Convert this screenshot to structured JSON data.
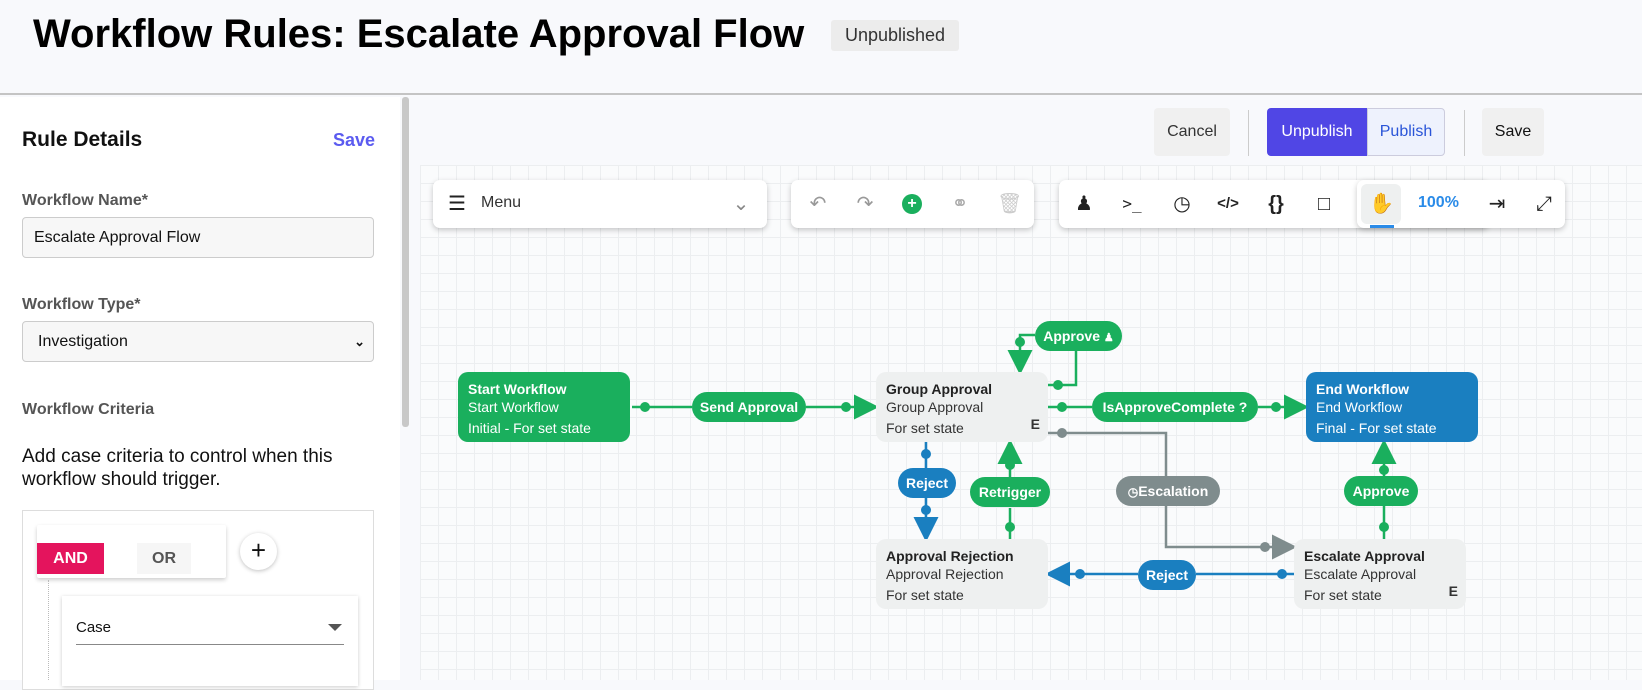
{
  "header": {
    "title": "Workflow Rules: Escalate Approval Flow",
    "status": "Unpublished"
  },
  "sidebar": {
    "title": "Rule Details",
    "save": "Save",
    "name_label": "Workflow Name*",
    "name_value": "Escalate Approval Flow",
    "type_label": "Workflow Type*",
    "type_value": "Investigation",
    "criteria_label": "Workflow Criteria",
    "criteria_desc": "Add case criteria to control when this workflow should trigger.",
    "and": "AND",
    "or": "OR",
    "plus": "+",
    "case_field": "Case"
  },
  "actions": {
    "cancel": "Cancel",
    "unpublish": "Unpublish",
    "publish": "Publish",
    "save": "Save"
  },
  "toolbar": {
    "menu": "Menu",
    "zoom": "100%"
  },
  "nodes": {
    "start": {
      "title": "Start Workflow",
      "sub": "Start Workflow",
      "state": "Initial - For set state"
    },
    "group": {
      "title": "Group Approval",
      "sub": "Group Approval",
      "state": "For set state",
      "flag": "E"
    },
    "end": {
      "title": "End Workflow",
      "sub": "End Workflow",
      "state": "Final - For set state"
    },
    "rejection": {
      "title": "Approval Rejection",
      "sub": "Approval Rejection",
      "state": "For set state"
    },
    "escalate": {
      "title": "Escalate Approval",
      "sub": "Escalate Approval",
      "state": "For set state",
      "flag": "E"
    }
  },
  "transitions": {
    "send": "Send Approval",
    "approve_top": "Approve",
    "is_complete": "IsApproveComplete",
    "reject_down": "Reject",
    "retrigger": "Retrigger",
    "escalation": "Escalation",
    "approve_right": "Approve",
    "reject_bottom": "Reject"
  },
  "colors": {
    "green": "#1aaf5d",
    "blue": "#1a7fc0",
    "grey": "#7f8c8d",
    "accent": "#5046e5",
    "and": "#e4145d"
  }
}
